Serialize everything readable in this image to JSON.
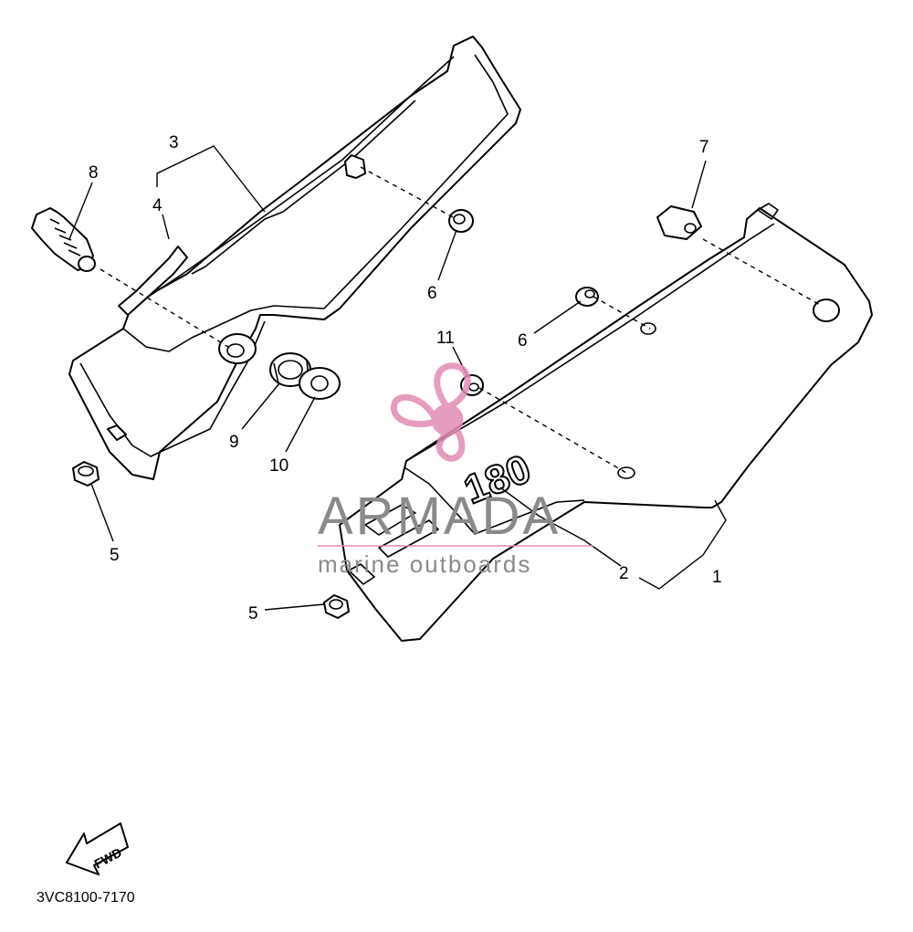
{
  "diagram": {
    "part_code": "3VC8100-7170",
    "direction_label": "FWD",
    "emblem_text": "180",
    "callouts": [
      "1",
      "2",
      "3",
      "4",
      "5",
      "5",
      "6",
      "6",
      "7",
      "8",
      "9",
      "10",
      "11"
    ]
  },
  "watermark": {
    "brand": "ARMADA",
    "tagline": "marine outboards",
    "color": "#e28bb5"
  }
}
